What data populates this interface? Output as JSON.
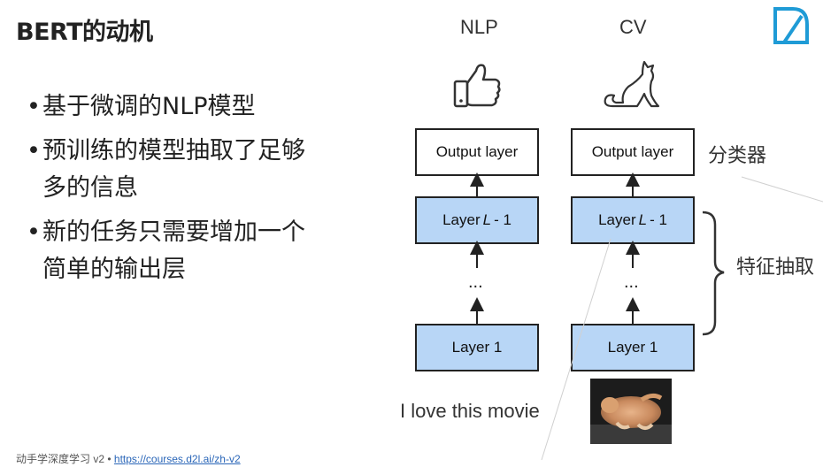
{
  "title": "BERT的动机",
  "bullets": [
    {
      "lines": [
        "基于微调的NLP模型"
      ]
    },
    {
      "lines": [
        "预训练的模型抽取了足够",
        "多的信息"
      ]
    },
    {
      "lines": [
        "新的任务只需要增加一个",
        "简单的输出层"
      ]
    }
  ],
  "columns": [
    {
      "label": "NLP",
      "icon": "thumbs-up-icon",
      "output_label": "Output layer",
      "layer_l_prefix": "Layer ",
      "layer_l_var": "L",
      "layer_l_suffix": " - 1",
      "ellipsis": "...",
      "layer1_label": "Layer 1",
      "input_text": "I love this movie"
    },
    {
      "label": "CV",
      "icon": "cat-icon",
      "output_label": "Output layer",
      "layer_l_prefix": "Layer ",
      "layer_l_var": "L",
      "layer_l_suffix": " - 1",
      "ellipsis": "...",
      "layer1_label": "Layer 1",
      "input_image": "cat-photo"
    }
  ],
  "annotations": {
    "classifier": "分类器",
    "feature_extraction": "特征抽取"
  },
  "footer": {
    "text": "动手学深度学习 v2 • ",
    "link": "https://courses.d2l.ai/zh-v2"
  },
  "colors": {
    "blue_box": "#b8d6f6",
    "logo": "#1f9bd6"
  },
  "logo": "d2l-logo"
}
